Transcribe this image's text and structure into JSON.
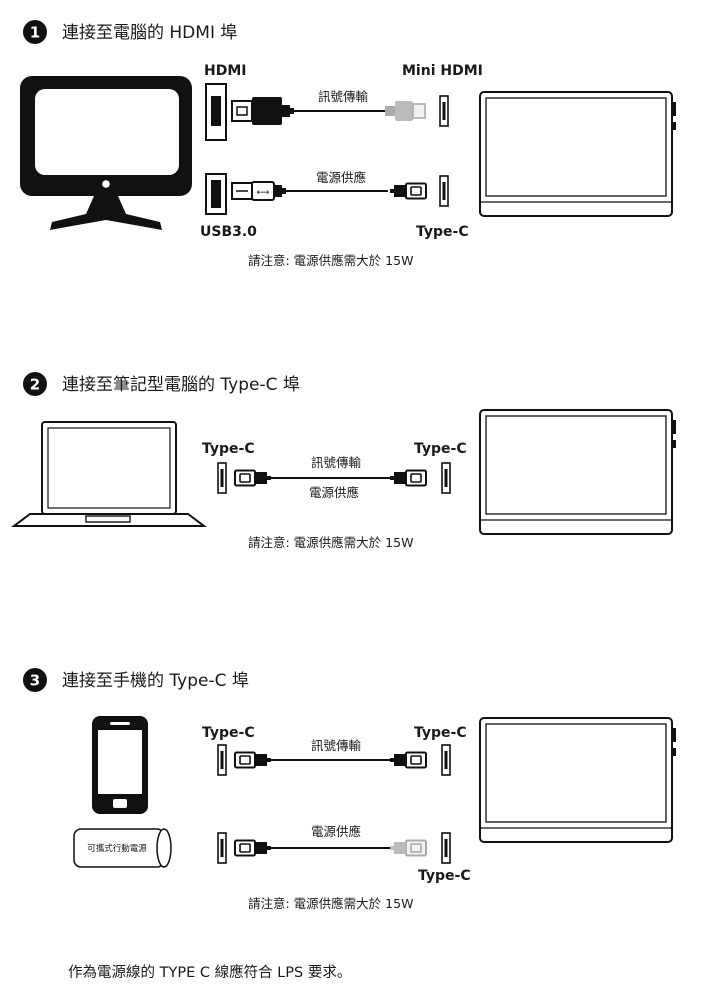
{
  "sections": [
    {
      "number": "1",
      "title": "連接至電腦的 HDMI 埠",
      "source_device": "desktop-monitor",
      "labels": {
        "left_top": "HDMI",
        "right_top": "Mini HDMI",
        "left_bottom": "USB3.0",
        "right_bottom": "Type-C"
      },
      "cables": {
        "signal": "訊號傳輸",
        "power": "電源供應"
      },
      "note": "請注意: 電源供應需大於 15W"
    },
    {
      "number": "2",
      "title": "連接至筆記型電腦的 Type-C 埠",
      "source_device": "laptop",
      "labels": {
        "left_top": "Type-C",
        "right_top": "Type-C"
      },
      "cables": {
        "signal": "訊號傳輸",
        "power": "電源供應"
      },
      "note": "請注意: 電源供應需大於 15W"
    },
    {
      "number": "3",
      "title": "連接至手機的 Type-C 埠",
      "source_device": "phone",
      "labels": {
        "left_top": "Type-C",
        "right_top": "Type-C",
        "right_bottom": "Type-C"
      },
      "cables": {
        "signal": "訊號傳輸",
        "power": "電源供應"
      },
      "power_bank_label": "可攜式行動電源",
      "note": "請注意: 電源供應需大於 15W"
    }
  ],
  "footer": "作為電源線的 TYPE C 線應符合 LPS 要求。"
}
